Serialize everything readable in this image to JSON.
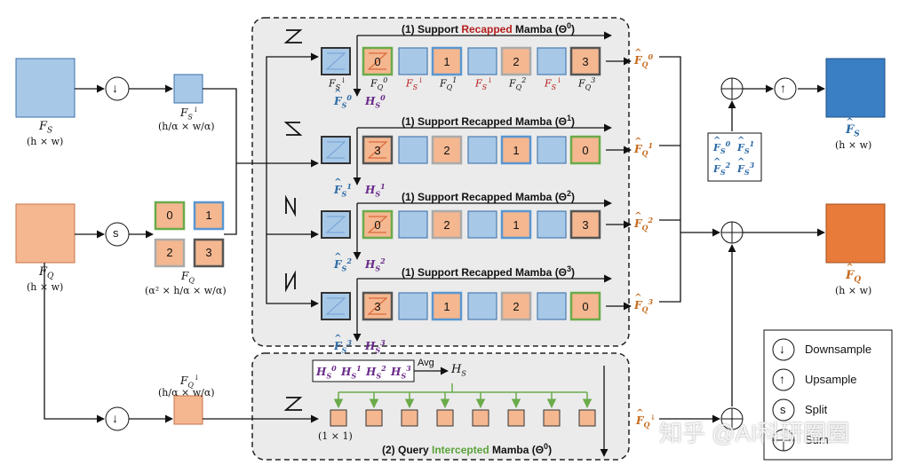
{
  "colors": {
    "support_blue": "#a8c8e8",
    "query_orange": "#f4b790",
    "out_blue": "#3a7fc4",
    "out_orange": "#e87a3a",
    "panel": "#ebebeb",
    "green": "#6aab4a",
    "purple": "#6a2a8a",
    "orange_text": "#c56a1c"
  },
  "inputs": {
    "fs": {
      "name": "F",
      "sub": "S",
      "dim": "(h × w)"
    },
    "fq": {
      "name": "F",
      "sub": "Q",
      "dim": "(h × w)"
    },
    "fs_down": {
      "name": "F",
      "sub": "S",
      "sup": "↓",
      "dim": "(h/α × w/α)"
    },
    "fq_split": {
      "name": "F",
      "sub": "Q",
      "dim": "(α² × h/α × w/α)",
      "cells": [
        "0",
        "1",
        "2",
        "3"
      ]
    },
    "fq_down": {
      "name": "F",
      "sub": "Q",
      "sup": "↓",
      "dim": "(h/α × w/α)"
    }
  },
  "ops": {
    "down": "↓",
    "up": "↑",
    "split": "s"
  },
  "branches": [
    {
      "title_pre": "(1) Support ",
      "title_hl": "Recapped",
      "title_post": " Mamba (Θ",
      "theta": "0",
      "cells": [
        "0",
        "1",
        "2",
        "3"
      ],
      "out": "0",
      "hs": "0"
    },
    {
      "title_pre": "(1) Support Recapped Mamba (Θ",
      "title_hl": "",
      "title_post": "",
      "theta": "1",
      "cells": [
        "3",
        "2",
        "1",
        "0"
      ],
      "out": "1",
      "hs": "1"
    },
    {
      "title_pre": "(1) Support Recapped Mamba (Θ",
      "title_hl": "",
      "title_post": "",
      "theta": "2",
      "cells": [
        "0",
        "2",
        "1",
        "3"
      ],
      "out": "2",
      "hs": "2"
    },
    {
      "title_pre": "(1) Support Recapped Mamba (Θ",
      "title_hl": "",
      "title_post": "",
      "theta": "3",
      "cells": [
        "3",
        "1",
        "2",
        "0"
      ],
      "out": "3",
      "hs": "3"
    }
  ],
  "first_labels": [
    "F",
    "F",
    "F",
    "F",
    "F",
    "F",
    "F",
    "F"
  ],
  "query": {
    "title_pre": "(2) Query ",
    "title_hl": "Intercepted",
    "title_post": " Mamba (Θ",
    "theta": "0",
    "avg": "Avg",
    "hs": "H",
    "hs_sub": "S",
    "cell_dim": "(1 × 1)"
  },
  "outputs": {
    "fs_hat": {
      "name": "F",
      "sub": "S",
      "dim": "(h × w)"
    },
    "fq_hat": {
      "name": "F",
      "sub": "Q",
      "dim": "(h × w)"
    }
  },
  "legend": [
    {
      "sym": "↓",
      "text": "Downsample"
    },
    {
      "sym": "↑",
      "text": "Upsample"
    },
    {
      "sym": "s",
      "text": "Split"
    },
    {
      "sym": "+",
      "text": "Sum"
    }
  ],
  "watermark": "知乎 @AI科研圈圈"
}
